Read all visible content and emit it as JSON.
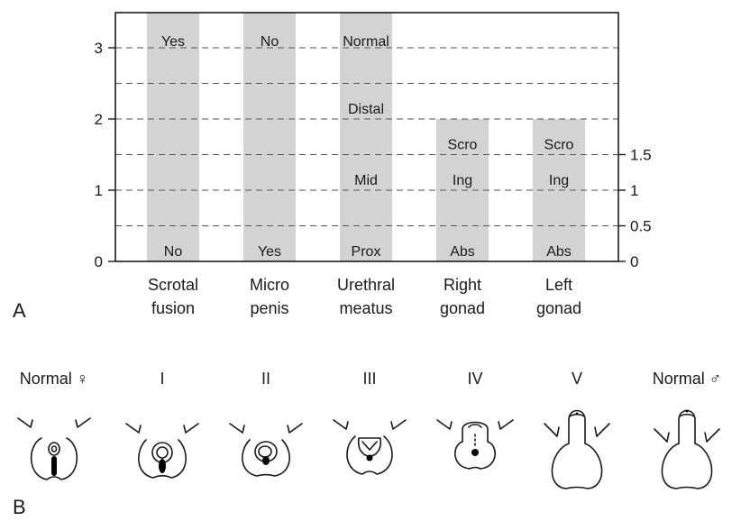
{
  "chart_data": {
    "type": "bar",
    "categories": [
      [
        "Scrotal",
        "fusion"
      ],
      [
        "Micro",
        "penis"
      ],
      [
        "Urethral",
        "meatus"
      ],
      [
        "Right",
        "gonad"
      ],
      [
        "Left",
        "gonad"
      ]
    ],
    "values": [
      3.5,
      3.5,
      3.5,
      2,
      2
    ],
    "ylim": [
      0,
      3.5
    ],
    "left_ticks": [
      "0",
      "1",
      "2",
      "3"
    ],
    "right_ticks": [
      "0",
      "0.5",
      "1",
      "1.5"
    ],
    "bar_labels": [
      [
        {
          "y": 3.1,
          "t": "Yes"
        },
        {
          "y": 0.15,
          "t": "No"
        }
      ],
      [
        {
          "y": 3.1,
          "t": "No"
        },
        {
          "y": 0.15,
          "t": "Yes"
        }
      ],
      [
        {
          "y": 3.1,
          "t": "Normal"
        },
        {
          "y": 2.15,
          "t": "Distal"
        },
        {
          "y": 1.15,
          "t": "Mid"
        },
        {
          "y": 0.15,
          "t": "Prox"
        }
      ],
      [
        {
          "y": 1.65,
          "t": "Scro"
        },
        {
          "y": 1.15,
          "t": "Ing"
        },
        {
          "y": 0.15,
          "t": "Abs"
        }
      ],
      [
        {
          "y": 1.65,
          "t": "Scro"
        },
        {
          "y": 1.15,
          "t": "Ing"
        },
        {
          "y": 0.15,
          "t": "Abs"
        }
      ]
    ],
    "grid": "dashed"
  },
  "panel_labels": {
    "a": "A",
    "b": "B"
  },
  "stages": [
    "Normal ♀",
    "I",
    "II",
    "III",
    "IV",
    "V",
    "Normal ♂"
  ]
}
